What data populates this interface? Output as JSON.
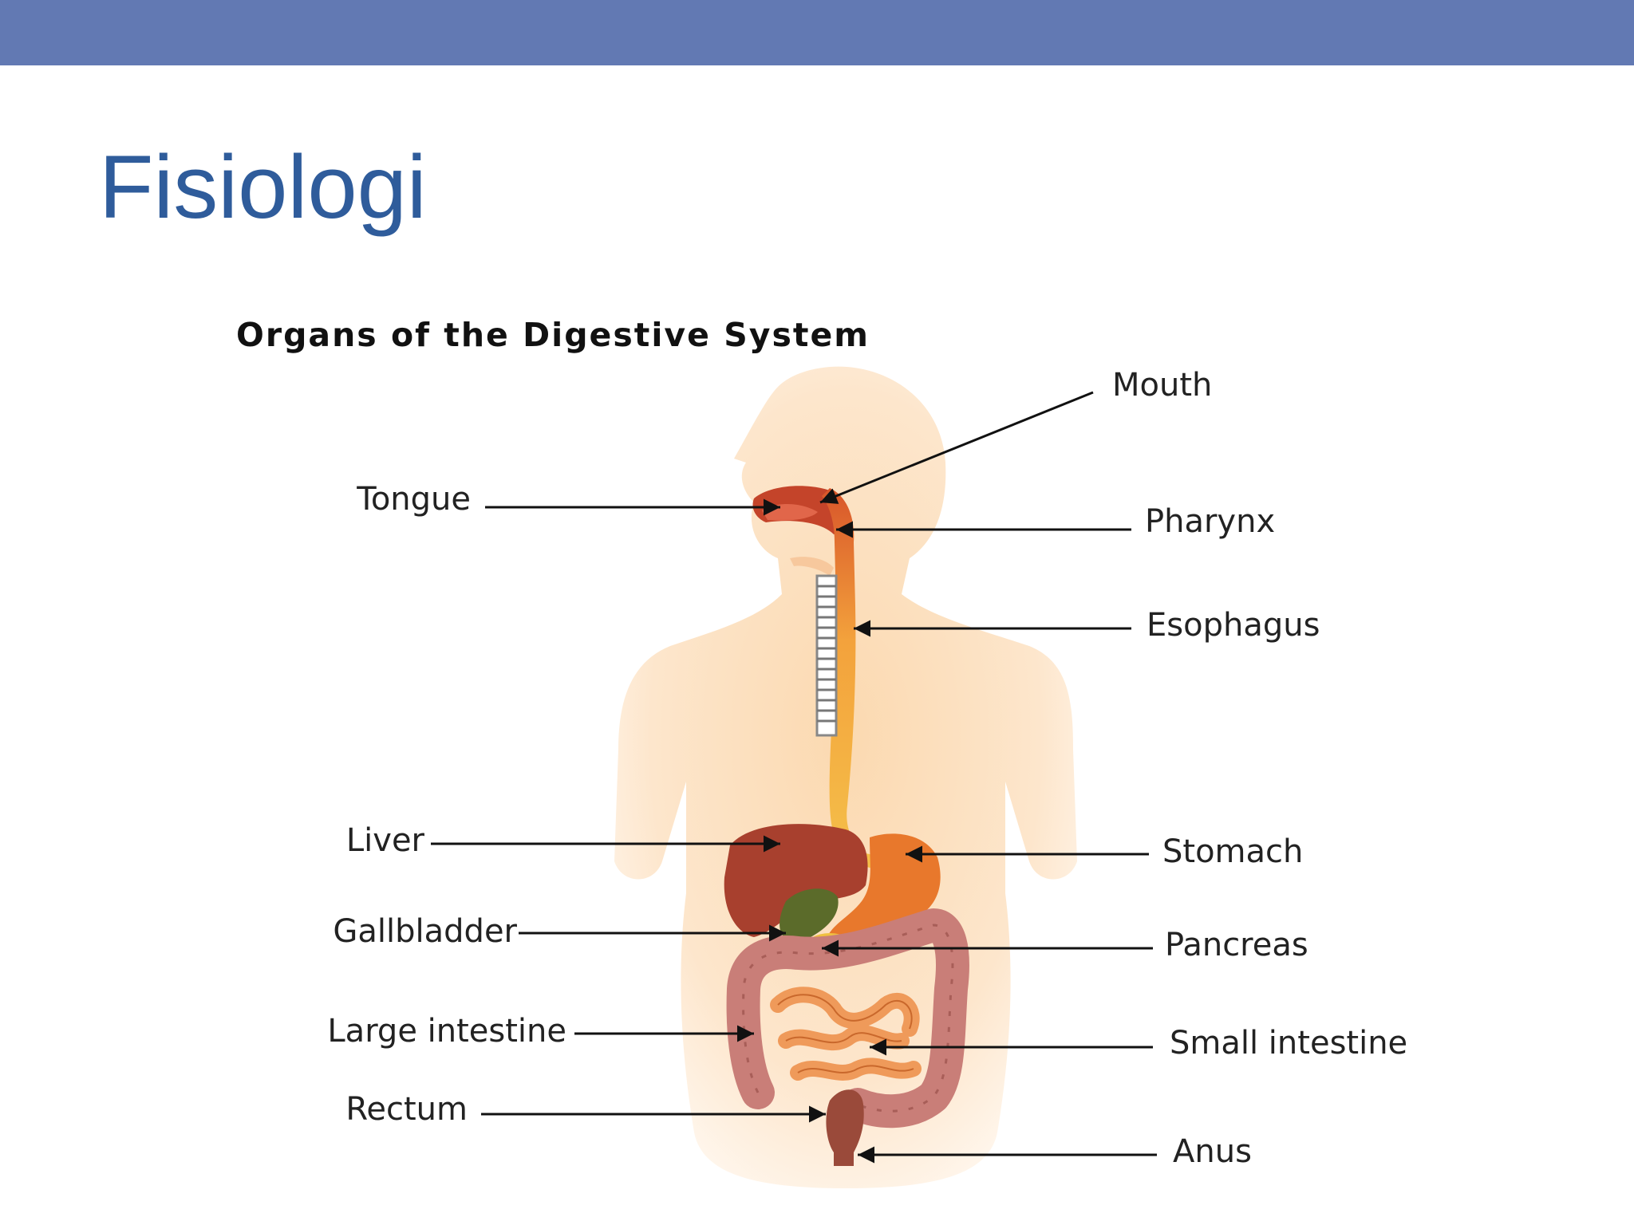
{
  "header": {
    "color": "#6279b3"
  },
  "slide": {
    "title": "Fisiologi",
    "title_color": "#2f5c9b"
  },
  "diagram": {
    "title": "Organs of the Digestive System",
    "labels": {
      "mouth": "Mouth",
      "tongue": "Tongue",
      "pharynx": "Pharynx",
      "esophagus": "Esophagus",
      "liver": "Liver",
      "stomach": "Stomach",
      "gallbladder": "Gallbladder",
      "pancreas": "Pancreas",
      "large_intestine": "Large intestine",
      "small_intestine": "Small intestine",
      "rectum": "Rectum",
      "anus": "Anus"
    },
    "colors": {
      "body": "#fce3c6",
      "esophagus": "#f2a43a",
      "stomach": "#e8782c",
      "liver": "#a8402e",
      "gallbladder": "#5b6b2a",
      "pancreas": "#f0c040",
      "large_intestine": "#c97e78",
      "small_intestine": "#ef9a5a"
    }
  }
}
